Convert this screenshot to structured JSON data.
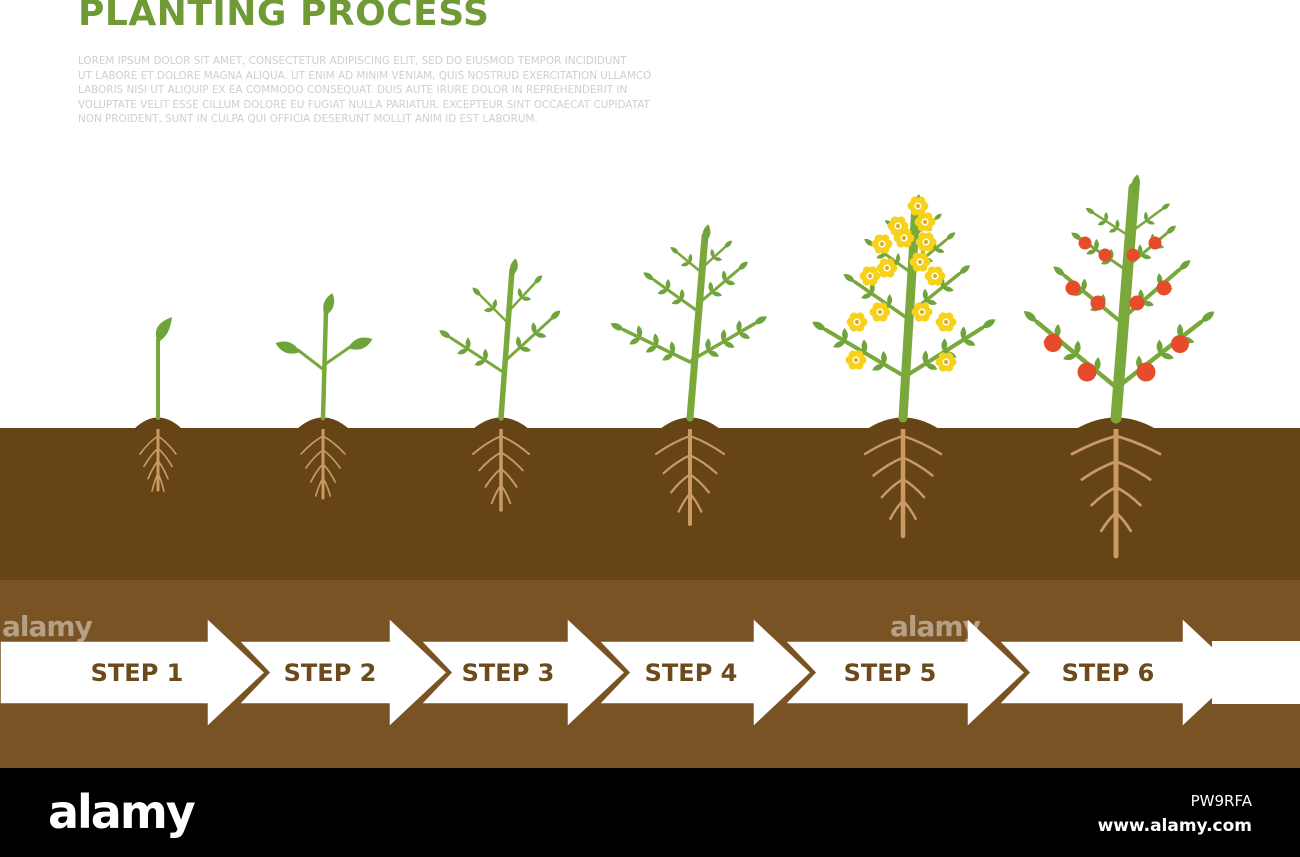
{
  "header": {
    "title": "PLANTING PROCESS",
    "body_lines": [
      "LOREM IPSUM DOLOR SIT AMET, CONSECTETUR ADIPISCING ELIT, SED DO EIUSMOD TEMPOR INCIDIDUNT",
      "UT LABORE ET DOLORE MAGNA ALIQUA. UT ENIM AD MINIM VENIAM, QUIS NOSTRUD EXERCITATION ULLAMCO",
      "LABORIS NISI UT ALIQUIP EX EA COMMODO CONSEQUAT. DUIS AUTE IRURE DOLOR IN REPREHENDERIT IN",
      "VOLUPTATE VELIT ESSE CILLUM DOLORE EU FUGIAT NULLA PARIATUR. EXCEPTEUR SINT OCCAECAT CUPIDATAT",
      "NON PROIDENT, SUNT IN CULPA QUI OFFICIA DESERUNT MOLLIT ANIM ID EST LABORUM."
    ]
  },
  "steps": [
    "STEP 1",
    "STEP 2",
    "STEP 3",
    "STEP 4",
    "STEP 5",
    "STEP 6"
  ],
  "colors": {
    "title_green": "#6f9a36",
    "stem_green": "#7aa83a",
    "leaf_green": "#6fa43c",
    "soil_dark": "#674416",
    "soil_light": "#7a5324",
    "root": "#c99a63",
    "step_text": "#6b4a1c",
    "flower": "#f7d21a",
    "tomato": "#e64b2c"
  },
  "footer": {
    "logo": "alamy",
    "image_id": "PW9RFA",
    "url": "www.alamy.com"
  },
  "watermark": "alamy"
}
